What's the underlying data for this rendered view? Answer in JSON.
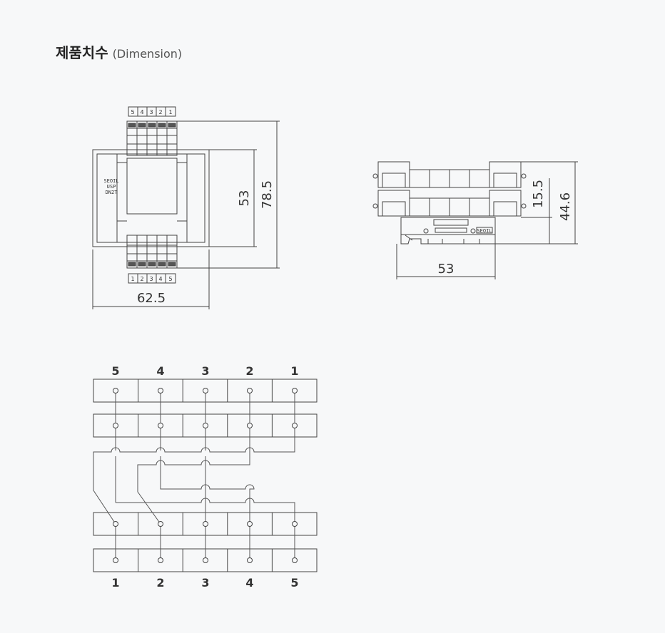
{
  "header": {
    "title": "제품치수",
    "subtitle": "(Dimension)"
  },
  "front_view": {
    "top_terminal_labels": [
      "5",
      "4",
      "3",
      "2",
      "1"
    ],
    "bottom_terminal_labels": [
      "1",
      "2",
      "3",
      "4",
      "5"
    ],
    "brand_text": [
      "SEOIL",
      "USP",
      "DN2T"
    ],
    "dim_width": "62.5",
    "dim_inner_height": "53",
    "dim_total_height": "78.5"
  },
  "side_view": {
    "dim_width": "53",
    "dim_step": "15.5",
    "dim_total_height": "44.6",
    "brand_text": "SEOIL"
  },
  "wiring_diagram": {
    "top_pins": [
      "5",
      "4",
      "3",
      "2",
      "1"
    ],
    "bottom_pins": [
      "1",
      "2",
      "3",
      "4",
      "5"
    ]
  }
}
